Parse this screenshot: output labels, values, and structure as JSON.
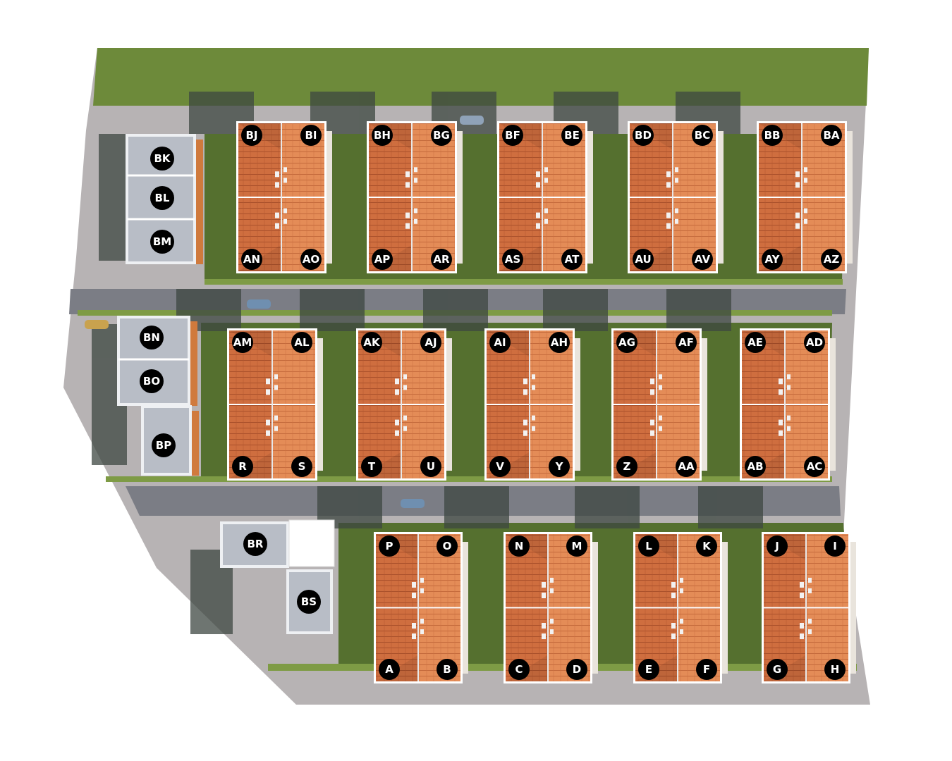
{
  "colors": {
    "grass": "#6f8a3c",
    "pavement": "#b9b5b6",
    "road": "#7d7f86",
    "shadow": "#3f4a45",
    "roof": "#c8683c",
    "roof_light": "#de8451",
    "flat_roof": "#b8bdc6",
    "marker": "#000000",
    "marker_text": "#ffffff"
  },
  "blocks": {
    "row1": [
      {
        "tl": "BJ",
        "tr": "BI",
        "bl": "AN",
        "br": "AO"
      },
      {
        "tl": "BH",
        "tr": "BG",
        "bl": "AP",
        "br": "AR"
      },
      {
        "tl": "BF",
        "tr": "BE",
        "bl": "AS",
        "br": "AT"
      },
      {
        "tl": "BD",
        "tr": "BC",
        "bl": "AU",
        "br": "AV"
      },
      {
        "tl": "BB",
        "tr": "BA",
        "bl": "AY",
        "br": "AZ"
      }
    ],
    "row2": [
      {
        "tl": "AM",
        "tr": "AL",
        "bl": "R",
        "br": "S"
      },
      {
        "tl": "AK",
        "tr": "AJ",
        "bl": "T",
        "br": "U"
      },
      {
        "tl": "AI",
        "tr": "AH",
        "bl": "V",
        "br": "Y"
      },
      {
        "tl": "AG",
        "tr": "AF",
        "bl": "Z",
        "br": "AA"
      },
      {
        "tl": "AE",
        "tr": "AD",
        "bl": "AB",
        "br": "AC"
      }
    ],
    "row3": [
      {
        "tl": "P",
        "tr": "O",
        "bl": "A",
        "br": "B"
      },
      {
        "tl": "N",
        "tr": "M",
        "bl": "C",
        "br": "D"
      },
      {
        "tl": "L",
        "tr": "K",
        "bl": "E",
        "br": "F"
      },
      {
        "tl": "J",
        "tr": "I",
        "bl": "G",
        "br": "H"
      }
    ]
  },
  "flats": [
    "BK",
    "BL",
    "BM",
    "BN",
    "BO",
    "BP",
    "BR",
    "BS"
  ]
}
